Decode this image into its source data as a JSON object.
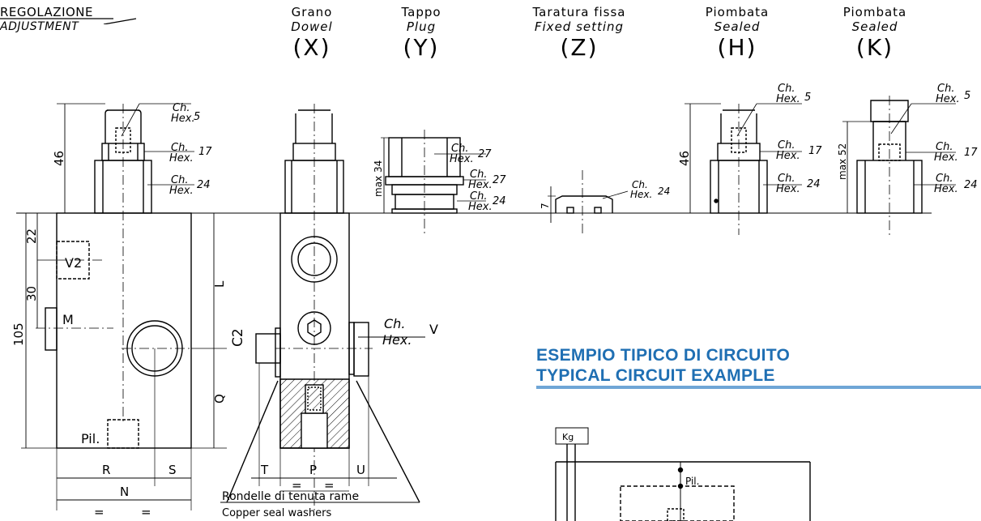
{
  "adjustment": {
    "label_it": "REGOLAZIONE",
    "label_en": "ADJUSTMENT"
  },
  "variants": [
    {
      "it": "Grano",
      "en": "Dowel",
      "code": "(X)"
    },
    {
      "it": "Tappo",
      "en": "Plug",
      "code": "(Y)"
    },
    {
      "it": "Taratura fissa",
      "en": "Fixed setting",
      "code": "(Z)"
    },
    {
      "it": "Piombata",
      "en": "Sealed",
      "code": "(H)"
    },
    {
      "it": "Piombata",
      "en": "Sealed",
      "code": "(K)"
    }
  ],
  "hex": {
    "ch": "Ch.",
    "hex": "Hex."
  },
  "hex_sizes": {
    "main": [
      "5",
      "17",
      "24"
    ],
    "plug": [
      "27",
      "27",
      "24"
    ],
    "fixed": [
      "24"
    ],
    "sealed_h": [
      "5",
      "17",
      "24"
    ],
    "sealed_k": [
      "5",
      "17",
      "24"
    ],
    "side": "V"
  },
  "dimensions": {
    "d46": "46",
    "d46b": "46",
    "d34": "max 34",
    "d7": "7",
    "d52": "max 52",
    "d22": "22",
    "d30": "30",
    "d105": "105",
    "L": "L",
    "Q": "Q",
    "R": "R",
    "S": "S",
    "N": "N",
    "T": "T",
    "P": "P",
    "U": "U",
    "eq": "="
  },
  "ports": {
    "v2": "V2",
    "m": "M",
    "pil": "Pil.",
    "c2": "C2",
    "pil2": "Pil.",
    "kg": "Kg"
  },
  "washers": {
    "it": "Rondelle di tenuta rame",
    "en": "Copper seal washers"
  },
  "circuit": {
    "title_it": "ESEMPIO TIPICO DI CIRCUITO",
    "title_en": "TYPICAL CIRCUIT EXAMPLE",
    "accent": "#1f6fb3"
  }
}
